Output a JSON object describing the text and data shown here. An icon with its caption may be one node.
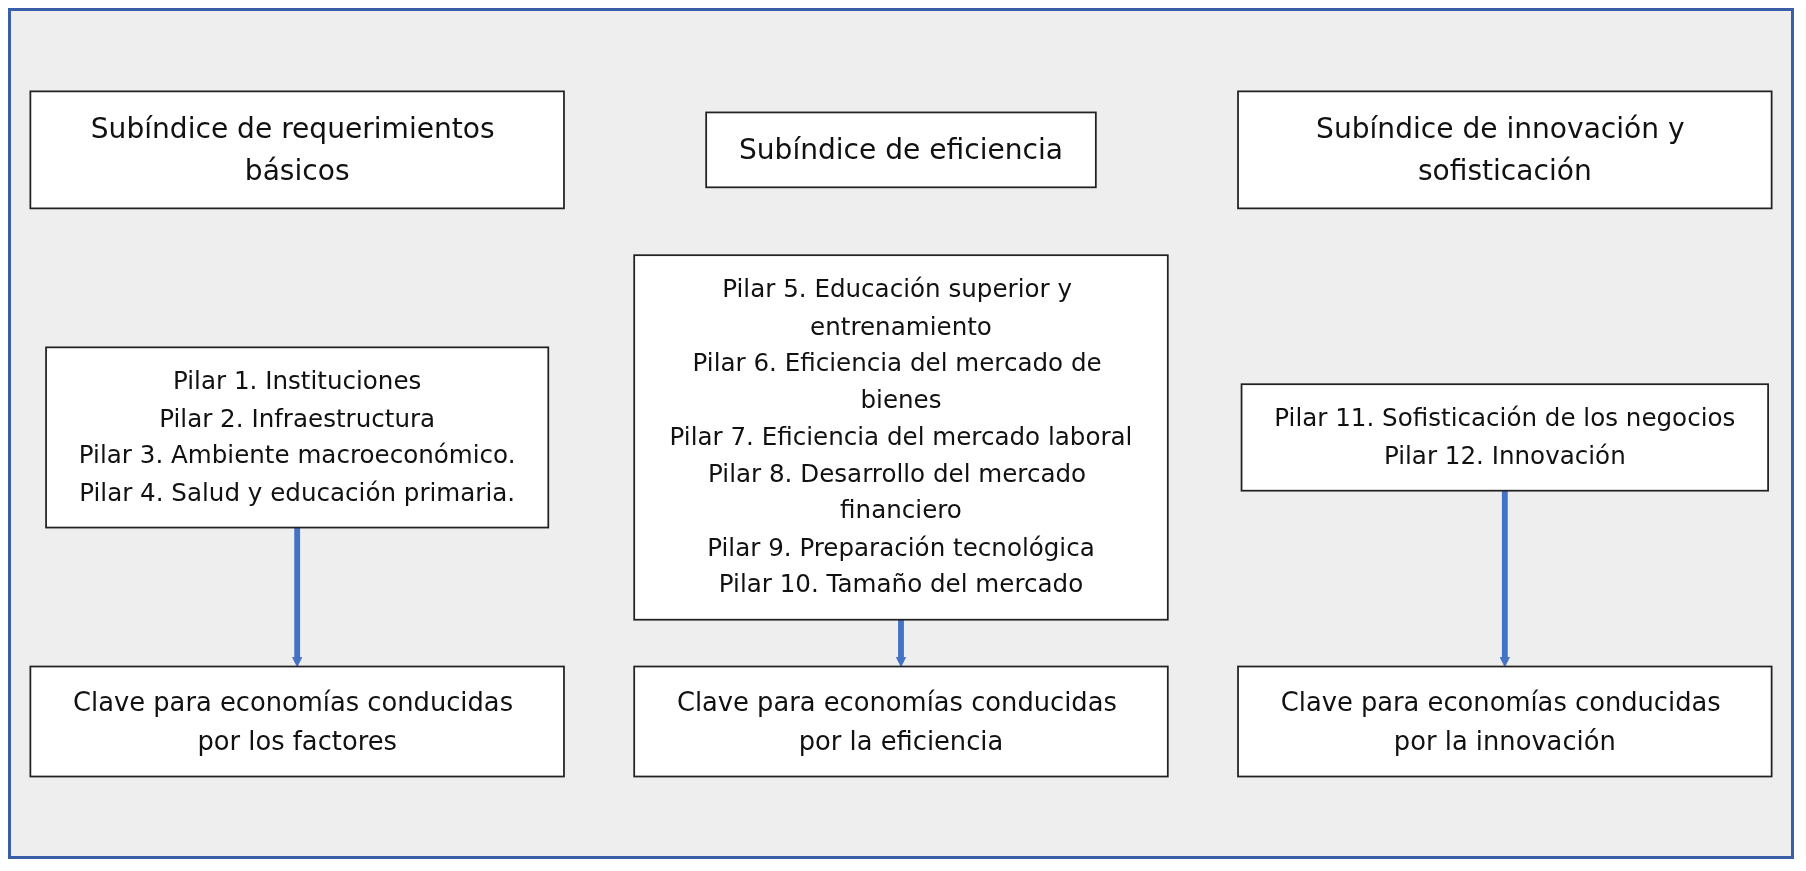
{
  "diagram": {
    "nodes": [
      {
        "text": [
          "Subíndice de requerimientos básicos"
        ]
      },
      {
        "text": [
          "Subíndice de eficiencia"
        ]
      },
      {
        "text": [
          "Subíndice de innovación y sofisticación"
        ]
      },
      {
        "text": [
          "Pilar 1. Instituciones",
          "Pilar 2. Infraestructura",
          "Pilar 3. Ambiente macroeconómico.",
          "Pilar 4. Salud y educación primaria."
        ]
      },
      {
        "text": [
          "Pilar 5. Educación superior y entrenamiento",
          "Pilar 6. Eficiencia del mercado de bienes",
          "Pilar 7. Eficiencia del mercado laboral",
          "Pilar 8. Desarrollo del mercado financiero",
          "Pilar 9. Preparación tecnológica",
          "Pilar 10. Tamaño del mercado"
        ]
      },
      {
        "text": [
          "Pilar 11. Sofisticación de los negocios",
          "Pilar 12. Innovación"
        ]
      },
      {
        "text": [
          "Clave para economías conducidas por los factores"
        ]
      },
      {
        "text": [
          "Clave para economías conducidas por la eficiencia"
        ]
      },
      {
        "text": [
          "Clave para economías conducidas por la innovación"
        ]
      }
    ],
    "edges": [
      {
        "from": 3,
        "to": 6,
        "arrow": "to"
      },
      {
        "from": 4,
        "to": 7,
        "arrow": "to"
      },
      {
        "from": 5,
        "to": 8,
        "arrow": "to"
      }
    ]
  }
}
